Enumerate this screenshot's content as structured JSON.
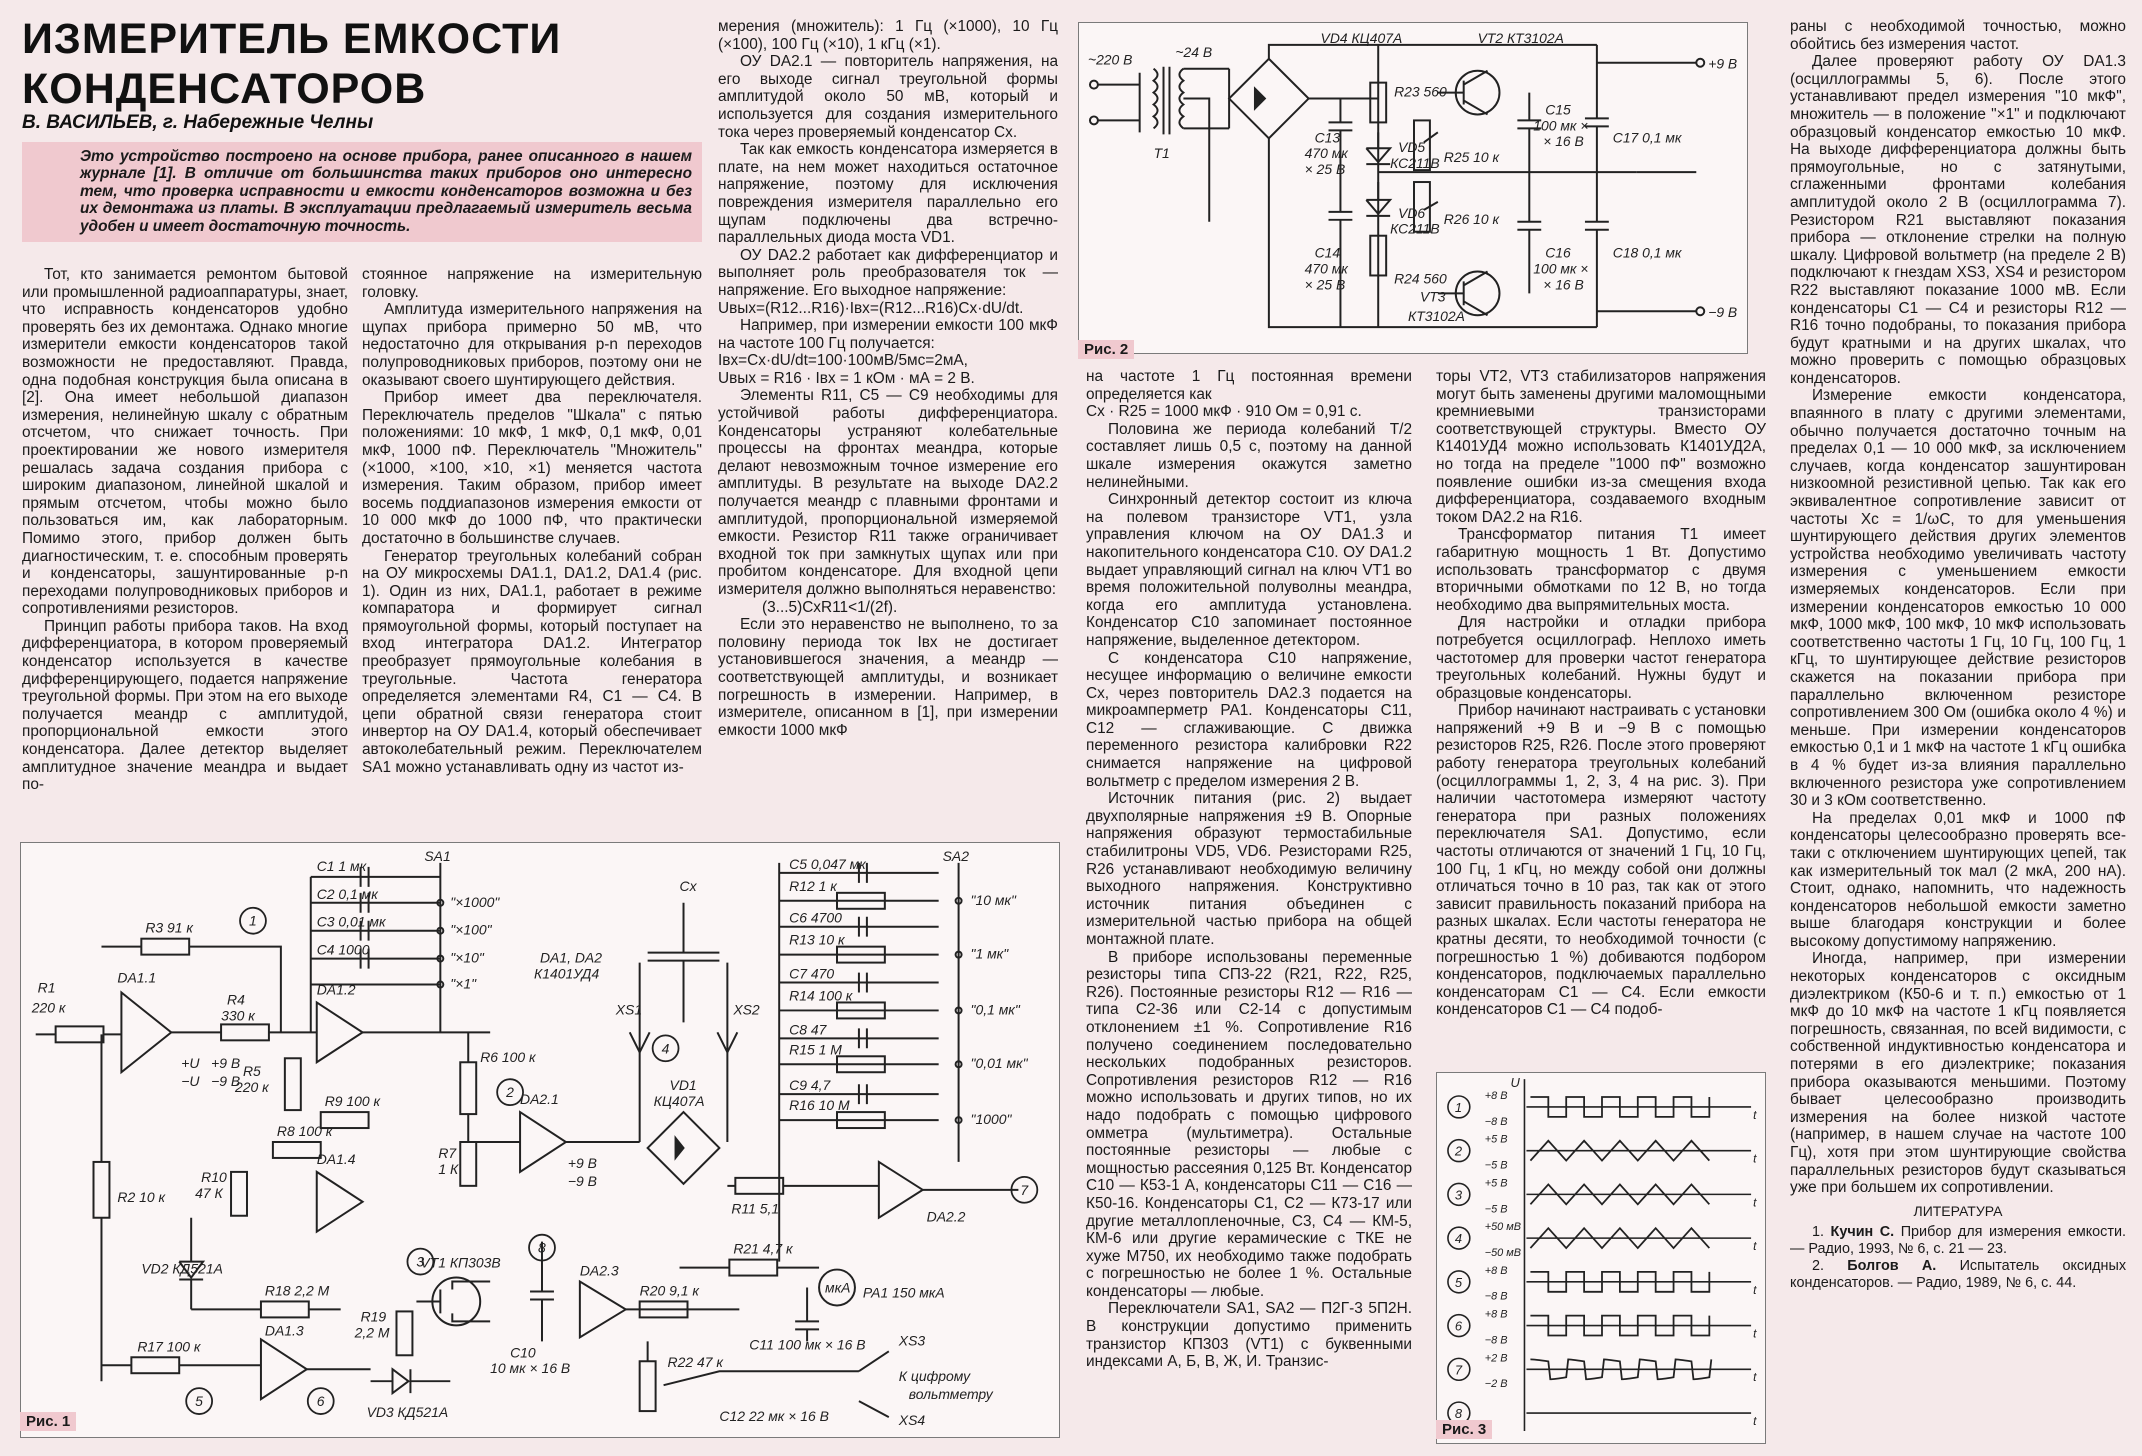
{
  "article": {
    "title": "ИЗМЕРИТЕЛЬ ЕМКОСТИ КОНДЕНСАТОРОВ",
    "author": "В. ВАСИЛЬЕВ, г. Набережные Челны",
    "lead": "Это устройство построено на основе прибора, ранее описанного в нашем журнале [1]. В отличие от большинства таких приборов оно интересно тем, что проверка исправности и емкости конденсаторов возможна и без их демонтажа из платы. В эксплуатации предлагаемый измеритель весьма удобен и имеет достаточную точность."
  },
  "columns": {
    "c1": [
      "Тот, кто занимается ремонтом бытовой или промышленной радиоаппаратуры, знает, что исправность конденсаторов удобно проверять без их демонтажа. Однако многие измерители емкости конденсаторов такой возможности не предоставляют. Правда, одна подобная конструкция была описана в [2]. Она имеет небольшой диапазон измерения, нелинейную шкалу с обратным отсчетом, что снижает точность. При проектировании же нового измерителя решалась задача создания прибора с широким диапазоном, линейной шкалой и прямым отсчетом, чтобы можно было пользоваться им, как лабораторным. Помимо этого, прибор должен быть диагностическим, т. е. способным проверять и конденсаторы, зашунтированные p-n переходами полупроводниковых приборов и сопротивлениями резисторов.",
      "Принцип работы прибора таков. На вход дифференциатора, в котором проверяемый конденсатор используется в качестве дифференцирующего, подается напряжение треугольной формы. При этом на его выходе получается меандр с амплитудой, пропорциональной емкости этого конденсатора. Далее детектор выделяет амплитудное значение меандра и выдает по-"
    ],
    "c2": [
      "стоянное напряжение на измерительную головку.",
      "Амплитуда измерительного напряжения на щупах прибора примерно 50 мВ, что недостаточно для открывания p-n переходов полупроводниковых приборов, поэтому они не оказывают своего шунтирующего действия.",
      "Прибор имеет два переключателя. Переключатель пределов \"Шкала\" с пятью положениями: 10 мкФ, 1 мкФ, 0,1 мкФ, 0,01 мкФ, 1000 пФ. Переключатель \"Множитель\" (×1000, ×100, ×10, ×1) меняется частота измерения. Таким образом, прибор имеет восемь поддиапазонов измерения емкости от 10 000 мкФ до 1000 пФ, что практически достаточно в большинстве случаев.",
      "Генератор треугольных колебаний собран на ОУ микросхемы DA1.1, DA1.2, DA1.4 (рис. 1). Один из них, DA1.1, работает в режиме компаратора и формирует сигнал прямоугольной формы, который поступает на вход интегратора DA1.2. Интегратор преобразует прямоугольные колебания в треугольные. Частота генератора определяется элементами R4, C1 — C4. В цепи обратной связи генератора стоит инвертор на ОУ DA1.4, который обеспечивает автоколебательный режим. Переключателем SA1 можно устанавливать одну из частот из-"
    ],
    "c3a": [
      "мерения (множитель): 1 Гц (×1000), 10 Гц (×100), 100 Гц (×10), 1 кГц (×1).",
      "ОУ DA2.1 — повторитель напряжения, на его выходе сигнал треугольной формы амплитудой около 50 мВ, который и используется для создания измерительного тока через проверяемый конденсатор Cx.",
      "Так как емкость конденсатора измеряется в плате, на нем может находиться остаточное напряжение, поэтому для исключения повреждения измерителя параллельно его щупам подключены два встречно-параллельных диода моста VD1.",
      "ОУ DA2.2 работает как дифференциатор и выполняет роль преобразователя ток — напряжение. Его выходное напряжение:"
    ],
    "c3f1": "Uвых=(R12...R16)·Iвх=(R12...R16)Cx·dU/dt.",
    "c3b": "Например, при измерении емкости 100 мкФ на частоте 100 Гц получается:",
    "c3f2": "Iвх=Cx·dU/dt=100·100мВ/5мс=2мА,",
    "c3f3": "Uвых = R16 · Iвх = 1 кОм · мА = 2 В.",
    "c3c": [
      "Элементы R11, C5 — C9 необходимы для устойчивой работы дифференциатора. Конденсаторы устраняют колебательные процессы на фронтах меандра, которые делают невозможным точное измерение его амплитуды. В результате на выходе DA2.2 получается меандр с плавными фронтами и амплитудой, пропорциональной измеряемой емкости. Резистор R11 также ограничивает входной ток при замкнутых щупах или при пробитом конденсаторе. Для входной цепи измерителя должно выполняться неравенство:"
    ],
    "c3f4": "(3...5)CxR11<1/(2f).",
    "c3d": "Если это неравенство не выполнено, то за половину периода ток Iвх не достигает установившегося значения, а меандр — соответствующей амплитуды, и возникает погрешность в измерении. Например, в измерителе, описанном в [1], при измерении емкости 1000 мкФ",
    "c4": [
      "на частоте 1 Гц постоянная времени определяется как",
      "Cx · R25 = 1000 мкФ · 910 Ом = 0,91 с.",
      "Половина же периода колебаний T/2 составляет лишь 0,5 с, поэтому на данной шкале измерения окажутся заметно нелинейными.",
      "Синхронный детектор состоит из ключа на полевом транзисторе VT1, узла управления ключом на ОУ DA1.3 и накопительного конденсатора C10. ОУ DA1.2 выдает управляющий сигнал на ключ VT1 во время положительной полуволны меандра, когда его амплитуда установлена. Конденсатор C10 запоминает постоянное напряжение, выделенное детектором.",
      "С конденсатора C10 напряжение, несущее информацию о величине емкости Cx, через повторитель DA2.3 подается на микроамперметр PA1. Конденсаторы C11, C12 — сглаживающие. С движка переменного резистора калибровки R22 снимается напряжение на цифровой вольтметр с пределом измерения 2 В.",
      "Источник питания (рис. 2) выдает двухполярные напряжения ±9 В. Опорные напряжения образуют термостабильные стабилитроны VD5, VD6. Резисторами R25, R26 устанавливают необходимую величину выходного напряжения. Конструктивно источник питания объединен с измерительной частью прибора на общей монтажной плате.",
      "В приборе использованы переменные резисторы типа СП3-22 (R21, R22, R25, R26). Постоянные резисторы R12 — R16 — типа С2-36 или С2-14 с допустимым отклонением ±1 %. Сопротивление R16 получено соединением последовательно нескольких подобранных резисторов. Сопротивления резисторов R12 — R16 можно использовать и других типов, но их надо подобрать с помощью цифрового омметра (мультиметра). Остальные постоянные резисторы — любые с мощностью рассеяния 0,125 Вт. Конденсатор C10 — К53-1 А, конденсаторы C11 — C16 — К50-16. Конденсаторы C1, C2 — К73-17 или другие металлопленочные, C3, C4 — КМ-5, КМ-6 или другие керамические с ТКЕ не хуже М750, их необходимо также подобрать с погрешностью не более 1 %. Остальные конденсаторы — любые.",
      "Переключатели SA1, SA2 — П2Г-3 5П2Н. В конструкции допустимо применить транзистор КП303 (VT1) с буквенными индексами А, Б, В, Ж, И. Транзис-"
    ],
    "c5": [
      "торы VT2, VT3 стабилизаторов напряжения могут быть заменены другими маломощными кремниевыми транзисторами соответствующей структуры. Вместо ОУ К1401УД4 можно использовать К1401УД2А, но тогда на пределе \"1000 пФ\" возможно появление ошибки из-за смещения входа дифференциатора, создаваемого входным током DA2.2 на R16.",
      "Трансформатор питания T1 имеет габаритную мощность 1 Вт. Допустимо использовать трансформатор с двумя вторичными обмотками по 12 В, но тогда необходимо два выпрямительных моста.",
      "Для настройки и отладки прибора потребуется осциллограф. Неплохо иметь частотомер для проверки частот генератора треугольных колебаний. Нужны будут и образцовые конденсаторы.",
      "Прибор начинают настраивать с установки напряжений +9 В и −9 В с помощью резисторов R25, R26. После этого проверяют работу генератора треугольных колебаний (осциллограммы 1, 2, 3, 4 на рис. 3). При наличии частотомера измеряют частоту генератора при разных положениях переключателя SA1. Допустимо, если частоты отличаются от значений 1 Гц, 10 Гц, 100 Гц, 1 кГц, но между собой они должны отличаться точно в 10 раз, так как от этого зависит правильность показаний прибора на разных шкалах. Если частоты генератора не кратны десяти, то необходимой точности (с погрешностью 1 %) добиваются подбором конденсаторов, подключаемых параллельно конденсаторам C1 — C4. Если емкости конденсаторов C1 — C4 подоб-"
    ],
    "c6": [
      "раны с необходимой точностью, можно обойтись без измерения частот.",
      "Далее проверяют работу ОУ DA1.3 (осциллограммы 5, 6). После этого устанавливают предел измерения \"10 мкФ\", множитель — в положение \"×1\" и подключают образцовый конденсатор емкостью 10 мкФ. На выходе дифференциатора должны быть прямоугольные, но с затянутыми, сглаженными фронтами колебания амплитудой около 2 В (осциллограмма 7). Резистором R21 выставляют показания прибора — отклонение стрелки на полную шкалу. Цифровой вольтметр (на пределе 2 В) подключают к гнездам XS3, XS4 и резистором R22 выставляют показание 1000 мВ. Если конденсаторы C1 — C4 и резисторы R12 — R16 точно подобраны, то показания прибора будут кратными и на других шкалах, что можно проверить с помощью образцовых конденсаторов.",
      "Измерение емкости конденсатора, впаянного в плату с другими элементами, обычно получается достаточно точным на пределах 0,1 — 10 000 мкФ, за исключением случаев, когда конденсатор зашунтирован низкоомной резистивной цепью. Так как его эквивалентное сопротивление зависит от частоты Xc = 1/ωC, то для уменьшения шунтирующего действия других элементов устройства необходимо увеличивать частоту измерения с уменьшением емкости измеряемых конденсаторов. Если при измерении конденсаторов емкостью 10 000 мкФ, 1000 мкФ, 100 мкФ, 10 мкФ использовать соответственно частоты 1 Гц, 10 Гц, 100 Гц, 1 кГц, то шунтирующее действие резисторов скажется на показании прибора при параллельно включенном резисторе сопротивлением 300 Ом (ошибка около 4 %) и меньше. При измерении конденсаторов емкостью 0,1 и 1 мкФ на частоте 1 кГц ошибка в 4 % будет из-за влияния параллельно включенного резистора уже сопротивлением 30 и 3 кОм соответственно.",
      "На пределах 0,01 мкФ и 1000 пФ конденсаторы целесообразно проверять все-таки с отключением шунтирующих цепей, так как измерительный ток мал (2 мкА, 200 нА). Стоит, однако, напомнить, что надежность конденсаторов небольшой емкости заметно выше благодаря конструкции и более высокому допустимому напряжению.",
      "Иногда, например, при измерении некоторых конденсаторов с оксидным диэлектриком (К50-6 и т. п.) емкостью от 1 мкФ до 10 мкФ на частоте 1 кГц появляется погрешность, связанная, по всей видимости, с собственной индуктивностью конденсатора и потерями в его диэлектрике; показания прибора оказываются меньшими. Поэтому бывает целесообразно производить измерения на более низкой частоте (например, в нашем случае на частоте 100 Гц), хотя при этом шунтирующие свойства параллельных резисторов будут сказываться уже при большем их сопротивлении."
    ]
  },
  "references": {
    "title": "ЛИТЕРАТУРА",
    "items": [
      {
        "num": "1.",
        "author": "Кучин С.",
        "text": "Прибор для измерения емкости. — Радио, 1993, № 6, с. 21 — 23."
      },
      {
        "num": "2.",
        "author": "Болгов А.",
        "text": "Испытатель оксидных конденсаторов. — Радио, 1989, № 6, с. 44."
      }
    ]
  },
  "figures": {
    "fig1": {
      "caption": "Рис. 1",
      "labels": {
        "r1": "R1",
        "r1v": "220 к",
        "r2": "R2 10 к",
        "r3": "R3 91 к",
        "r4": "R4",
        "r4v": "330 к",
        "r5": "R5",
        "r5v": "220 к",
        "r6": "R6 100 к",
        "r7": "R7",
        "r7v": "1 К",
        "r8": "R8 100 к",
        "r9": "R9 100 к",
        "r10": "R10",
        "r10v": "47 К",
        "r11": "R11 5,1",
        "r12": "R12 1 к",
        "r13": "R13 10 к",
        "r14": "R14 100 к",
        "r15": "R15 1 М",
        "r16": "R16 10 М",
        "r17": "R17 100 к",
        "r18": "R18 2,2 М",
        "r19": "R19",
        "r19v": "2,2 М",
        "r20": "R20 9,1 к",
        "r21": "R21 4,7 к",
        "r22": "R22 47 к",
        "c1": "C1 1 мк",
        "c2": "C2 0,1 мк",
        "c3": "C3 0,01 мк",
        "c4": "C4 1000",
        "c5": "C5 0,047 мк",
        "c6": "C6 4700",
        "c7": "C7 470",
        "c8": "C8 47",
        "c9": "C9 4,7",
        "c10": "C10",
        "c10v": "10 мк × 16 В",
        "c11": "C11 100 мк × 16 В",
        "c12": "C12 22 мк × 16 В",
        "cx": "Cx",
        "sa1": "SA1",
        "sa2": "SA2",
        "m1000": "\"×1000\"",
        "m100": "\"×100\"",
        "m10": "\"×10\"",
        "m1": "\"×1\"",
        "s10mk": "\"10 мк\"",
        "s1mk": "\"1 мк\"",
        "s01mk": "\"0,1 мк\"",
        "s001mk": "\"0,01 мк\"",
        "s1000": "\"1000\"",
        "da11": "DA1.1",
        "da12": "DA1.2",
        "da13": "DA1.3",
        "da14": "DA1.4",
        "da21": "DA2.1",
        "da22": "DA2.2",
        "da23": "DA2.3",
        "dachip": "DA1, DA2",
        "dachipv": "К1401УД4",
        "xs1": "XS1",
        "xs2": "XS2",
        "xs3": "XS3",
        "xs4": "XS4",
        "vd1": "VD1",
        "vd1v": "КЦ407А",
        "vd2": "VD2 КД521А",
        "vd3": "VD3 КД521А",
        "vt1": "VT1 КП303В",
        "pa1": "PA1 150 мкА",
        "mka": "мкА",
        "dvm": "К цифрому",
        "dvm2": "вольтметру",
        "p9": "+9 В",
        "m9": "−9 В",
        "u_p": "+U",
        "u_m": "−U",
        "n1": "1",
        "n2": "2",
        "n3": "3",
        "n4": "4",
        "n5": "5",
        "n6": "6",
        "n7": "7",
        "n8": "8"
      }
    },
    "fig2": {
      "caption": "Рис. 2",
      "labels": {
        "ac": "~220 В",
        "t1": "T1",
        "ac24": "~24 В",
        "vd4": "VD4 КЦ407А",
        "vt2": "VT2 КТ3102А",
        "vt3": "VT3",
        "vt3v": "КТ3102А",
        "r23": "R23 560",
        "r24": "R24 560",
        "r25": "R25 10 к",
        "r26": "R26 10 к",
        "c13": "C13",
        "c13v": "470 мк",
        "c13w": "× 25 В",
        "c14": "C14",
        "c14v": "470 мк",
        "c14w": "× 25 В",
        "c15": "C15",
        "c15v": "100 мк ×",
        "c15w": "× 16 В",
        "c16": "C16",
        "c16v": "100 мк ×",
        "c16w": "× 16 В",
        "c17": "C17 0,1 мк",
        "c18": "C18 0,1 мк",
        "vd5": "VD5",
        "vd5v": "КС211В",
        "vd6": "VD6",
        "vd6v": "КС211В",
        "p9": "+9 В",
        "m9": "−9 В"
      }
    },
    "fig3": {
      "caption": "Рис. 3",
      "axis_u": "U",
      "rows": [
        {
          "num": "1",
          "top": "+8 В",
          "bot": "−8 В"
        },
        {
          "num": "2",
          "top": "+5 В",
          "bot": "−5 В"
        },
        {
          "num": "3",
          "top": "+5 В",
          "bot": "−5 В"
        },
        {
          "num": "4",
          "top": "+50 мВ",
          "bot": "−50 мВ"
        },
        {
          "num": "5",
          "top": "+8 В",
          "bot": "−8 В"
        },
        {
          "num": "6",
          "top": "+8 В",
          "bot": "−8 В"
        },
        {
          "num": "7",
          "top": "+2 В",
          "bot": "−2 В"
        },
        {
          "num": "8",
          "top": "",
          "bot": ""
        }
      ],
      "t": "t"
    }
  }
}
